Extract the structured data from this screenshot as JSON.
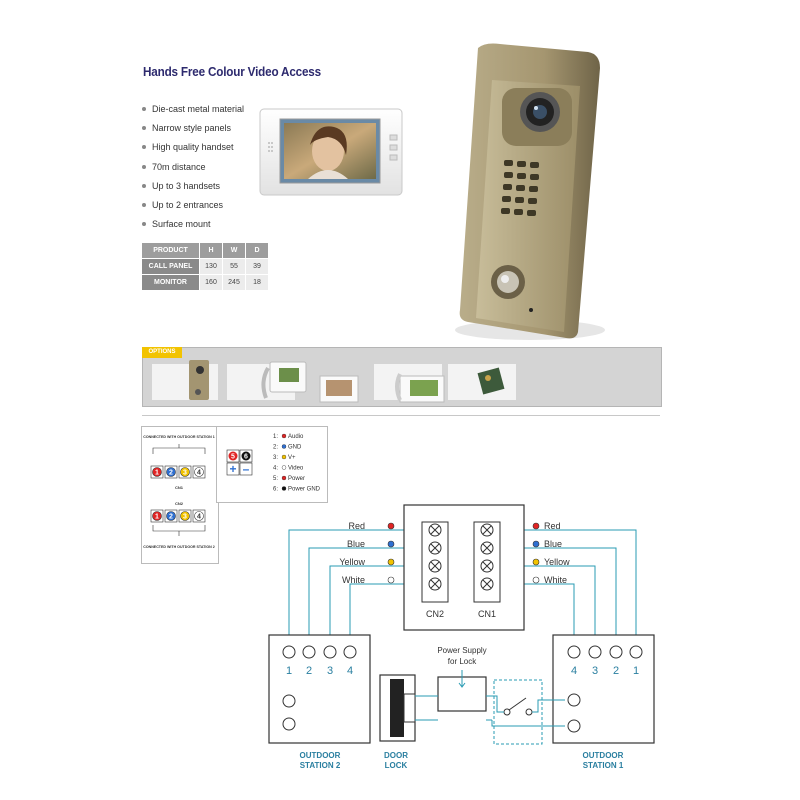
{
  "heading": "Hands Free Colour Video Access",
  "features": [
    "Die-cast metal material",
    "Narrow style panels",
    "High quality handset",
    "70m distance",
    "Up to 3 handsets",
    "Up to 2 entrances",
    "Surface mount"
  ],
  "dimensions": {
    "headers": [
      "PRODUCT",
      "H",
      "W",
      "D"
    ],
    "rows": [
      {
        "label": "CALL PANEL",
        "h": "130",
        "w": "55",
        "d": "39"
      },
      {
        "label": "MONITOR",
        "h": "160",
        "w": "245",
        "d": "18"
      }
    ]
  },
  "options_label": "OPTIONS",
  "legend": {
    "station1_caption": "CONNECTED WITH OUTDOOR STATION 1",
    "station2_caption": "CONNECTED WITH OUTDOOR STATION 2",
    "cn1": "CN1",
    "cn2": "CN2",
    "terminals": [
      "1",
      "2",
      "3",
      "4"
    ],
    "power_terminals": [
      "5",
      "6"
    ],
    "power_signs": [
      "+",
      "–"
    ],
    "pins": [
      {
        "n": "1:",
        "label": "Audio",
        "color": "#e02424"
      },
      {
        "n": "2:",
        "label": "GND",
        "color": "#2e6fd1"
      },
      {
        "n": "3:",
        "label": "V+",
        "color": "#f2c300"
      },
      {
        "n": "4:",
        "label": "Video",
        "color": "#ffffff"
      },
      {
        "n": "5:",
        "label": "Power",
        "color": "#e02424"
      },
      {
        "n": "6:",
        "label": "Power GND",
        "color": "#111111"
      }
    ]
  },
  "wiring": {
    "left_wires": [
      {
        "label": "Red",
        "color": "#e02424"
      },
      {
        "label": "Blue",
        "color": "#2e6fd1"
      },
      {
        "label": "Yellow",
        "color": "#f2c300"
      },
      {
        "label": "White",
        "color": "#ffffff"
      }
    ],
    "right_wires": [
      {
        "label": "Red",
        "color": "#e02424"
      },
      {
        "label": "Blue",
        "color": "#2e6fd1"
      },
      {
        "label": "Yellow",
        "color": "#f2c300"
      },
      {
        "label": "White",
        "color": "#ffffff"
      }
    ],
    "cn2_label": "CN2",
    "cn1_label": "CN1",
    "station2_terminals": [
      "1",
      "2",
      "3",
      "4"
    ],
    "station1_terminals": [
      "4",
      "3",
      "2",
      "1"
    ],
    "power_supply_lines": [
      "Power Supply",
      "for Lock"
    ],
    "door_lock_lines": [
      "DOOR",
      "LOCK"
    ],
    "station2_lines": [
      "OUTDOOR",
      "STATION 2"
    ],
    "station1_lines": [
      "OUTDOOR",
      "STATION 1"
    ],
    "wire_color": "#2a9bb3"
  }
}
